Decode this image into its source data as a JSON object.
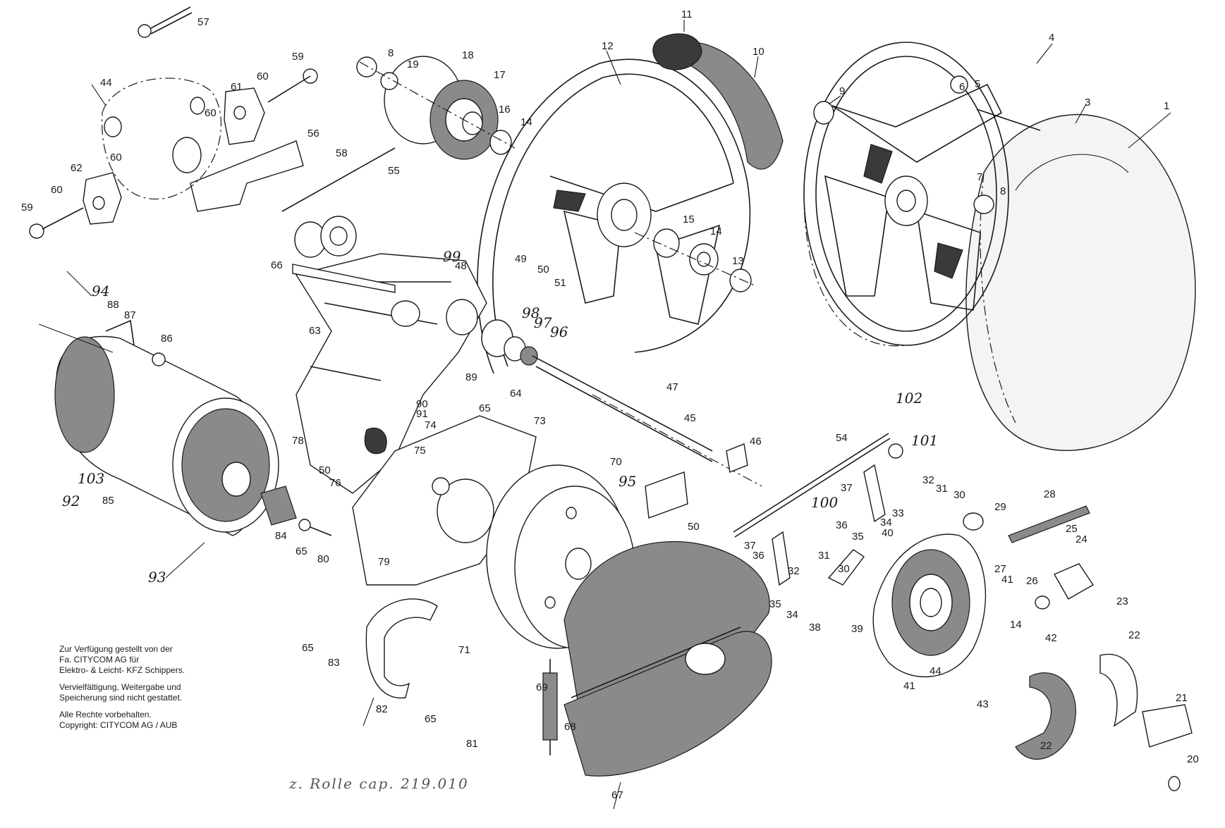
{
  "copyright_note": {
    "paragraph_1": [
      "Zur Verfügung gestellt von der",
      "Fa. CITYCOM AG für",
      "Elektro- & Leicht- KFZ Schippers."
    ],
    "paragraph_2": [
      "Vervielfältigung, Weitergabe und",
      "Speicherung sind nicht gestattet."
    ],
    "paragraph_3": [
      "Alle Rechte vorbehalten.",
      "Copyright: CITYCOM AG / AUB"
    ]
  },
  "handwritten_note": "z. Rolle cap. 219.010",
  "callouts": {
    "c1": "1",
    "c3": "3",
    "c4": "4",
    "c5": "5",
    "c6": "6",
    "c7": "7",
    "c8a": "8",
    "c8b": "8",
    "c9": "9",
    "c10": "10",
    "c11": "11",
    "c12": "12",
    "c13": "13",
    "c14a": "14",
    "c14b": "14",
    "c14c": "14",
    "c15": "15",
    "c16": "16",
    "c17": "17",
    "c18": "18",
    "c19": "19",
    "c20": "20",
    "c21": "21",
    "c22a": "22",
    "c22b": "22",
    "c23": "23",
    "c24": "24",
    "c25": "25",
    "c26": "26",
    "c27": "27",
    "c28": "28",
    "c29": "29",
    "c30a": "30",
    "c30b": "30",
    "c31a": "31",
    "c31b": "31",
    "c32a": "32",
    "c32b": "32",
    "c33": "33",
    "c34a": "34",
    "c34b": "34",
    "c35a": "35",
    "c35b": "35",
    "c36a": "36",
    "c36b": "36",
    "c37a": "37",
    "c37b": "37",
    "c38": "38",
    "c39": "39",
    "c40": "40",
    "c41a": "41",
    "c41b": "41",
    "c42": "42",
    "c43": "43",
    "c44a": "44",
    "c44b": "44",
    "c45": "45",
    "c46": "46",
    "c47": "47",
    "c48": "48",
    "c49": "49",
    "c50a": "50",
    "c50b": "50",
    "c50c": "50",
    "c51": "51",
    "c54": "54",
    "c55": "55",
    "c56": "56",
    "c57": "57",
    "c58": "58",
    "c59a": "59",
    "c59b": "59",
    "c60a": "60",
    "c60b": "60",
    "c60c": "60",
    "c60d": "60",
    "c61": "61",
    "c62": "62",
    "c63": "63",
    "c64": "64",
    "c65a": "65",
    "c65b": "65",
    "c65c": "65",
    "c65d": "65",
    "c66": "66",
    "c67": "67",
    "c68": "68",
    "c69": "69",
    "c70": "70",
    "c71": "71",
    "c73": "73",
    "c74": "74",
    "c75": "75",
    "c76": "76",
    "c78": "78",
    "c79": "79",
    "c80": "80",
    "c81": "81",
    "c82": "82",
    "c83": "83",
    "c84": "84",
    "c85": "85",
    "c86": "86",
    "c87": "87",
    "c88": "88",
    "c89": "89",
    "c90": "90",
    "c91": "91",
    "c92": "92",
    "c93": "93",
    "c94": "94",
    "c95": "95",
    "c96": "96",
    "c97": "97",
    "c98": "98",
    "c99": "99",
    "c100": "100",
    "c101": "101",
    "c102": "102",
    "c103": "103"
  }
}
